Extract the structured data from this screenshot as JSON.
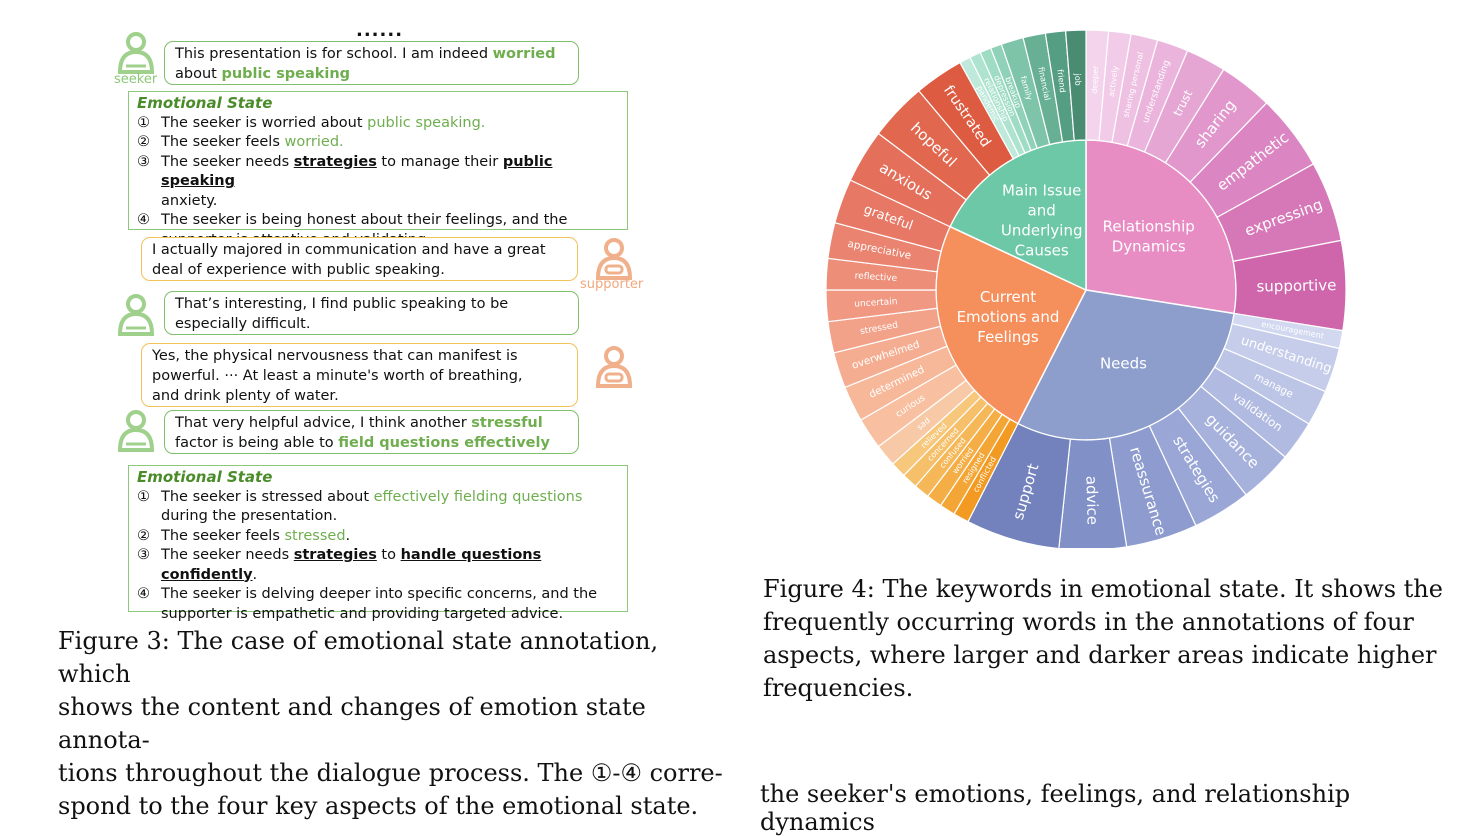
{
  "fig3": {
    "ellipsis": "......",
    "seeker_label": "seeker",
    "supporter_label": "supporter",
    "msg1": {
      "p1": "This presentation is for school. I am indeed ",
      "h1": "worried",
      "p2": "about ",
      "h2": "public speaking"
    },
    "es1": {
      "title": "Emotional State",
      "n1": "①",
      "t1a": "The seeker is worried about ",
      "t1h": "public speaking.",
      "n2": "②",
      "t2a": "The seeker feels ",
      "t2h": "worried.",
      "n3": "③",
      "t3a": "The seeker needs ",
      "t3u1": "strategies",
      "t3b": " to manage their ",
      "t3u2": "public speaking",
      "t3c": "anxiety.",
      "n4": "④",
      "t4a": "The seeker is being honest about their feelings, and the",
      "t4b": "supporter is attentive and validating."
    },
    "msg2": {
      "l1": "I actually majored in communication and have a great",
      "l2": "deal of experience with public speaking."
    },
    "msg3": {
      "l1": "That’s interesting, I find public speaking to be",
      "l2": "especially difficult."
    },
    "msg4": {
      "l1": "Yes, the physical nervousness that can manifest is",
      "l2": "powerful. ··· At least a minute's worth of breathing,",
      "l3": "and drink plenty of water."
    },
    "msg5": {
      "p1": "That very helpful advice, I think another ",
      "h1": "stressful",
      "p2": "factor is being able to ",
      "h2": "field questions effectively"
    },
    "es2": {
      "title": "Emotional State",
      "n1": "①",
      "t1a": "The seeker is stressed about ",
      "t1h": "effectively fielding questions",
      "t1b": "during the presentation.",
      "n2": "②",
      "t2a": "The seeker feels ",
      "t2h": "stressed",
      "t2c": ".",
      "n3": "③",
      "t3a": "The seeker needs ",
      "t3u1": "strategies",
      "t3b": " to ",
      "t3u2": "handle questions confidently",
      "t3c": ".",
      "n4": "④",
      "t4a": "The seeker is delving deeper into specific concerns, and the",
      "t4b": "supporter is empathetic and providing targeted advice."
    },
    "caption": {
      "l1": "Figure 3: The case of emotional state annotation, which",
      "l2": "shows the content and changes of emotion state annota-",
      "l3": "tions throughout the dialogue process. The ①-④ corre-",
      "l4": "spond to the four key aspects of the emotional state."
    }
  },
  "fig4": {
    "caption": {
      "l1": "Figure 4: The keywords in emotional state. It shows the",
      "l2": "frequently occurring words in the annotations of four",
      "l3": "aspects, where larger and darker areas indicate higher",
      "l4": "frequencies."
    }
  },
  "bottom_text": "the seeker's emotions, feelings, and relationship dynamics",
  "chart_data": {
    "type": "sunburst",
    "categories": [
      {
        "name": "Relationship Dynamics",
        "label_lines": [
          "Relationship",
          "Dynamics"
        ],
        "start": 0,
        "end": 99,
        "color": "#e88cc4",
        "leaves": [
          {
            "name": "deeper",
            "start": 0,
            "end": 5,
            "color": "#f3d4ec"
          },
          {
            "name": "actively",
            "start": 5,
            "end": 10,
            "color": "#f1cbe8"
          },
          {
            "name": "sharing personal",
            "start": 10,
            "end": 16,
            "color": "#eec0e2"
          },
          {
            "name": "understanding",
            "start": 16,
            "end": 23,
            "color": "#eab4dc"
          },
          {
            "name": "trust",
            "start": 23,
            "end": 32,
            "color": "#e6a6d4"
          },
          {
            "name": "sharing",
            "start": 32,
            "end": 44,
            "color": "#e197cc"
          },
          {
            "name": "empathetic",
            "start": 44,
            "end": 61,
            "color": "#db86c2"
          },
          {
            "name": "expressing",
            "start": 61,
            "end": 79,
            "color": "#d677b8"
          },
          {
            "name": "supportive",
            "start": 79,
            "end": 99,
            "color": "#cf65ab"
          }
        ]
      },
      {
        "name": "Needs",
        "label_lines": [
          "Needs"
        ],
        "start": 99,
        "end": 207,
        "color": "#8d9dcc",
        "leaves": [
          {
            "name": "encouragement",
            "start": 99,
            "end": 103,
            "color": "#d2d8f0"
          },
          {
            "name": "understanding",
            "start": 103,
            "end": 113,
            "color": "#c6cdea"
          },
          {
            "name": "manage",
            "start": 113,
            "end": 121,
            "color": "#bcc5e6"
          },
          {
            "name": "validation",
            "start": 121,
            "end": 130,
            "color": "#b1bbe1"
          },
          {
            "name": "guidance",
            "start": 130,
            "end": 142,
            "color": "#a6b1dc"
          },
          {
            "name": "strategies",
            "start": 142,
            "end": 155,
            "color": "#9aa6d6"
          },
          {
            "name": "reassurance",
            "start": 155,
            "end": 171,
            "color": "#8e9bcf"
          },
          {
            "name": "advice",
            "start": 171,
            "end": 186,
            "color": "#8190c7"
          },
          {
            "name": "support",
            "start": 186,
            "end": 207,
            "color": "#7381bd"
          }
        ]
      },
      {
        "name": "Current Emotions and Feelings",
        "label_lines": [
          "Current",
          "Emotions and",
          "Feelings"
        ],
        "start": 207,
        "end": 295,
        "color": "#f58f5c",
        "leaves": [
          {
            "name": "conflicted",
            "start": 207,
            "end": 210.5,
            "color": "#f29a22"
          },
          {
            "name": "resigned",
            "start": 210.5,
            "end": 214,
            "color": "#f3a635"
          },
          {
            "name": "worried",
            "start": 214,
            "end": 217.5,
            "color": "#f4ae45"
          },
          {
            "name": "confused",
            "start": 217.5,
            "end": 221,
            "color": "#f5b757"
          },
          {
            "name": "concerned",
            "start": 221,
            "end": 224.5,
            "color": "#f6bf69"
          },
          {
            "name": "relieved",
            "start": 224.5,
            "end": 228,
            "color": "#f7c77c"
          },
          {
            "name": "sad",
            "start": 228,
            "end": 233,
            "color": "#f8c9a6"
          },
          {
            "name": "curious",
            "start": 233,
            "end": 240,
            "color": "#f8c0a0"
          },
          {
            "name": "determined",
            "start": 240,
            "end": 248,
            "color": "#f7b799"
          },
          {
            "name": "overwhelmed",
            "start": 248,
            "end": 256,
            "color": "#f5ad92"
          },
          {
            "name": "stressed",
            "start": 256,
            "end": 263,
            "color": "#f3a28a"
          },
          {
            "name": "uncertain",
            "start": 263,
            "end": 270,
            "color": "#f09882"
          },
          {
            "name": "reflective",
            "start": 270,
            "end": 277,
            "color": "#ed8e79"
          },
          {
            "name": "appreciative",
            "start": 277,
            "end": 285,
            "color": "#ea836f"
          },
          {
            "name": "grateful",
            "start": 285,
            "end": 295,
            "color": "#e77865"
          }
        ]
      },
      {
        "name": "Main Issue and Underlying Causes",
        "label_lines": [
          "Main Issue",
          "and",
          "Underlying",
          "Causes"
        ],
        "start": 295,
        "end": 360,
        "color": "#6cc8a6",
        "leaves": [
          {
            "name": "anxious",
            "start": 295,
            "end": 307,
            "color": "#e4705c"
          },
          {
            "name": "hopeful",
            "start": 307,
            "end": 320,
            "color": "#e1684f"
          },
          {
            "name": "frustrated",
            "start": 320,
            "end": 331,
            "color": "#dd5b40"
          },
          {
            "name": "pandemic",
            "start": 331,
            "end": 333.5,
            "color": "#bfeadb"
          },
          {
            "name": "relationship",
            "start": 333.5,
            "end": 336,
            "color": "#aee3cf"
          },
          {
            "name": "depression",
            "start": 336,
            "end": 338.5,
            "color": "#9fdcc4"
          },
          {
            "name": "breakup",
            "start": 338.5,
            "end": 341,
            "color": "#8fd2b8"
          },
          {
            "name": "family",
            "start": 341,
            "end": 346,
            "color": "#7dc4a8"
          },
          {
            "name": "financial",
            "start": 346,
            "end": 351,
            "color": "#68b094"
          },
          {
            "name": "friend",
            "start": 351,
            "end": 355.5,
            "color": "#559e82"
          },
          {
            "name": "job",
            "start": 355.5,
            "end": 360,
            "color": "#4a8c72"
          }
        ]
      }
    ]
  }
}
